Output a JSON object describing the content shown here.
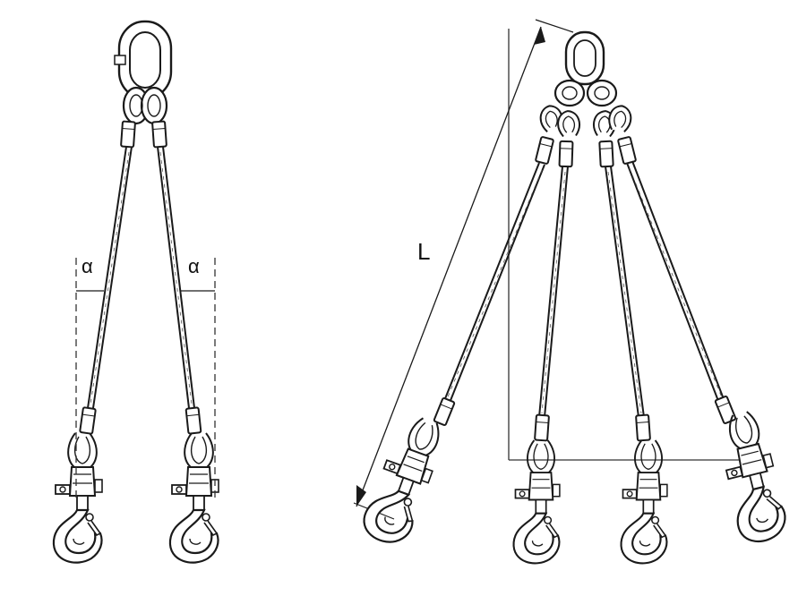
{
  "two_leg_sling": {
    "angle_label_left": "α",
    "angle_label_right": "α"
  },
  "four_leg_sling": {
    "length_label": "L"
  },
  "colors": {
    "line": "#1a1a1a",
    "dash": "#333333",
    "background": "#ffffff"
  }
}
